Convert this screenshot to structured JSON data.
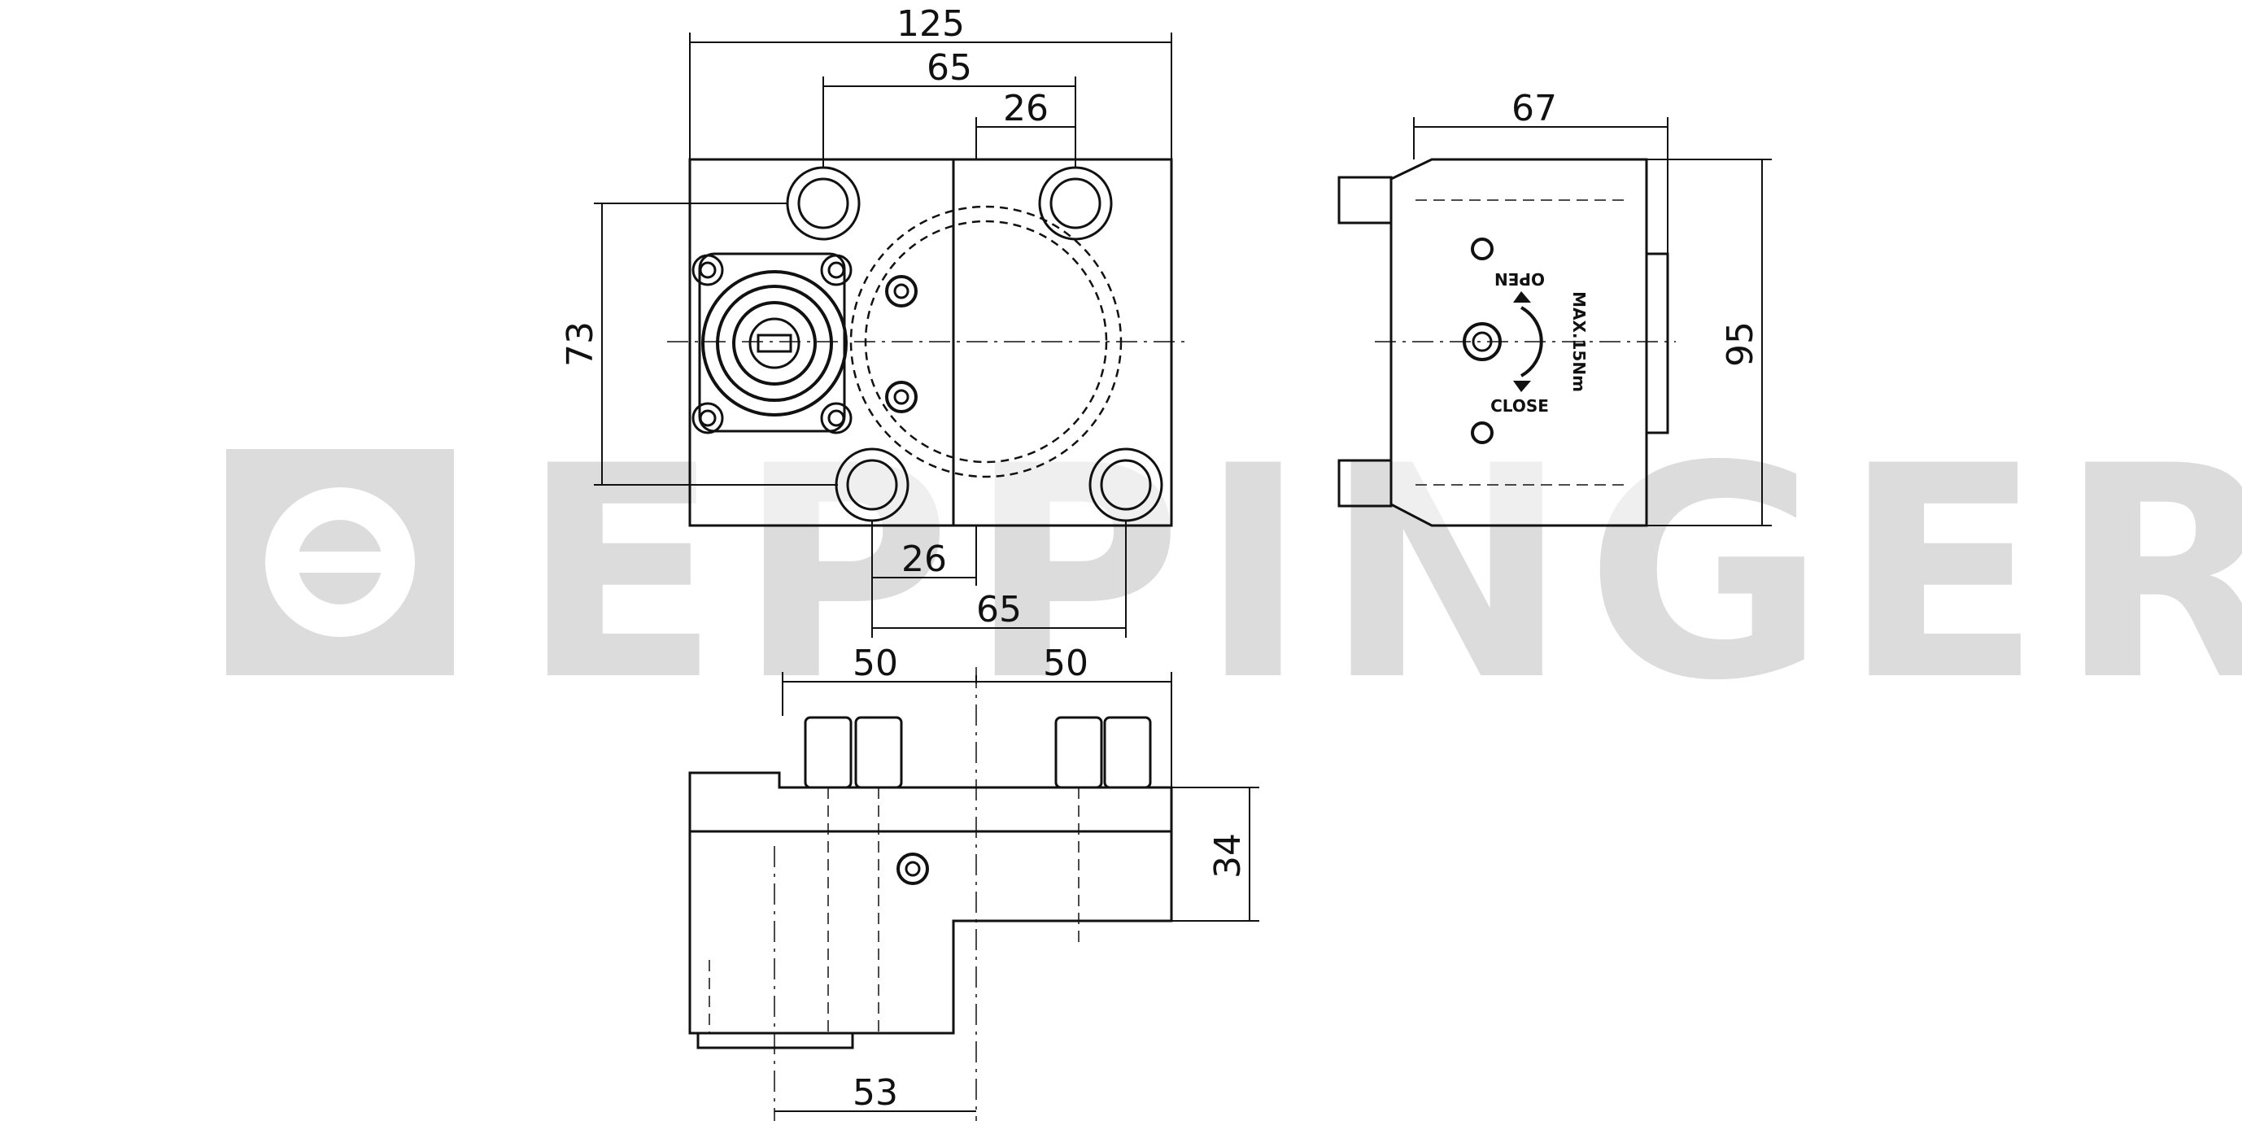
{
  "watermark": {
    "brand": "EPPINGER",
    "color": "#dcdcdc"
  },
  "colors": {
    "line": "#111111",
    "background": "#ffffff"
  },
  "front_view": {
    "dim_overall_width": "125",
    "dim_bolt_spacing_top": "65",
    "dim_offset_top": "26",
    "dim_height": "73",
    "dim_offset_bottom": "26",
    "dim_bolt_spacing_bottom": "65"
  },
  "side_view": {
    "dim_depth": "67",
    "dim_height": "95",
    "label_open": "OPEN",
    "label_close": "CLOSE",
    "label_torque": "MAX.15Nm"
  },
  "bottom_view": {
    "dim_pin_spacing_left": "50",
    "dim_pin_spacing_right": "50",
    "dim_step_height": "34",
    "dim_bottom_width": "53"
  }
}
